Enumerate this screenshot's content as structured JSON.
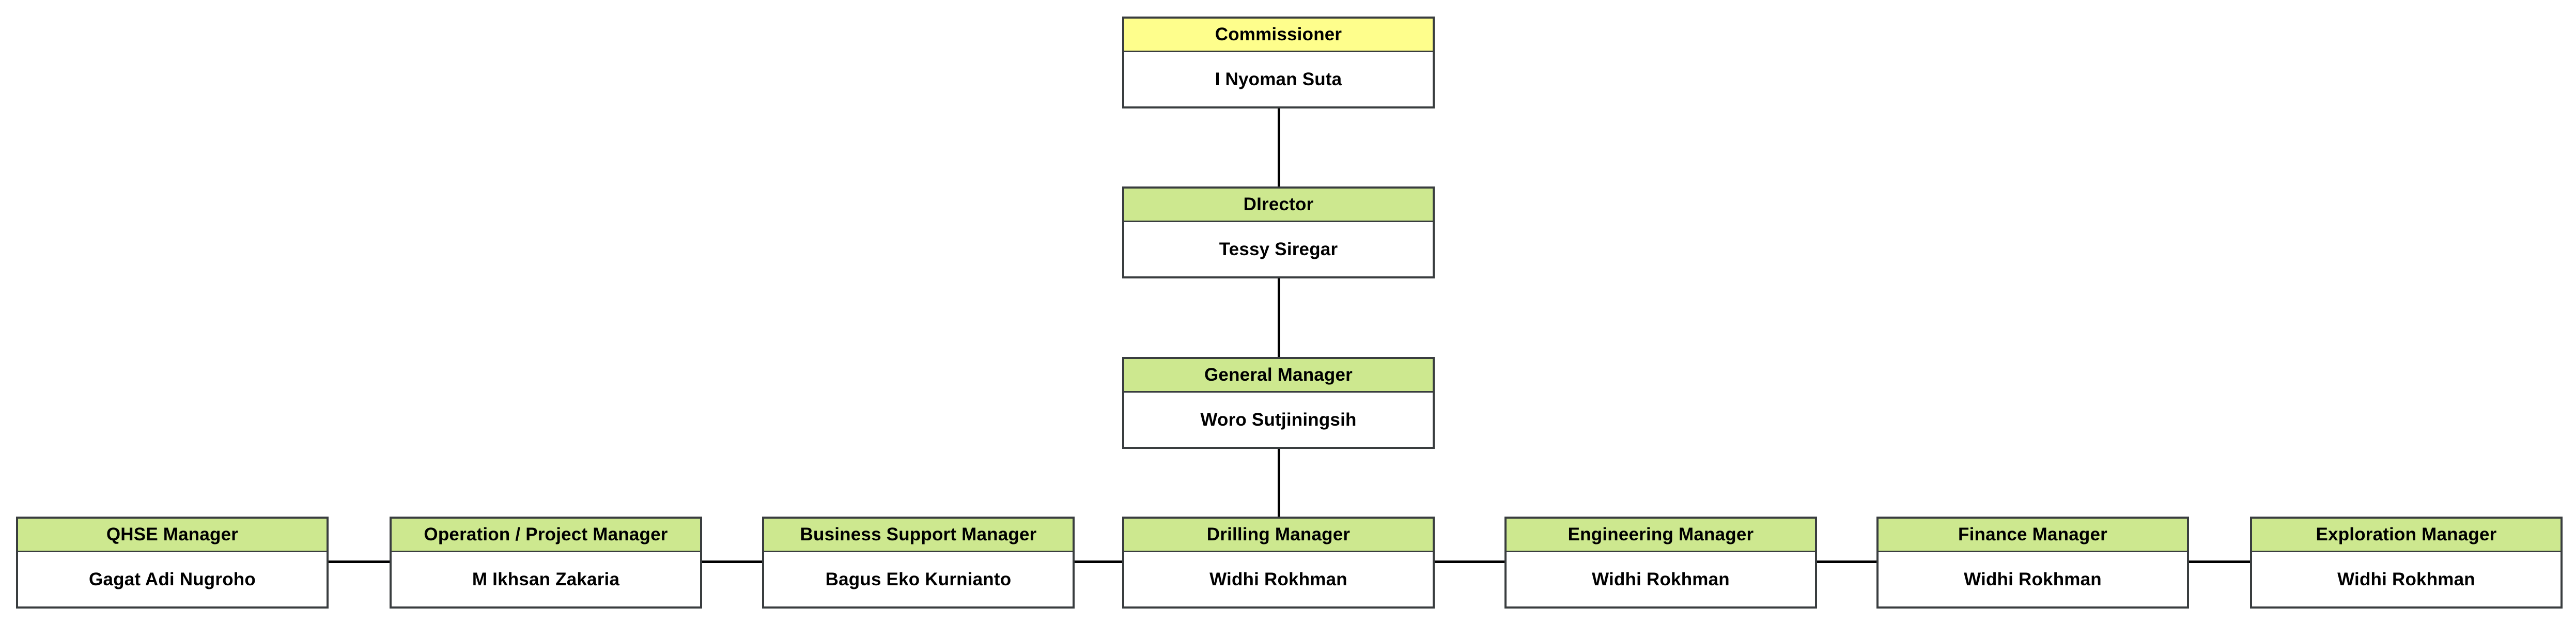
{
  "org": {
    "chain": [
      {
        "role": "Commissioner",
        "name": "I Nyoman Suta"
      },
      {
        "role": "DIrector",
        "name": "Tessy Siregar"
      },
      {
        "role": "General Manager",
        "name": "Woro Sutjiningsih"
      }
    ],
    "managers": [
      {
        "role": "QHSE Manager",
        "name": "Gagat Adi Nugroho"
      },
      {
        "role": "Operation / Project Manager",
        "name": "M Ikhsan Zakaria"
      },
      {
        "role": "Business Support Manager",
        "name": "Bagus Eko Kurnianto"
      },
      {
        "role": "Drilling Manager",
        "name": "Widhi Rokhman"
      },
      {
        "role": "Engineering Manager",
        "name": "Widhi Rokhman"
      },
      {
        "role": "Finance Manager",
        "name": "Widhi Rokhman"
      },
      {
        "role": "Exploration Manager",
        "name": "Widhi Rokhman"
      }
    ],
    "colors": {
      "commissioner_header": "#FEFE8C",
      "manager_header": "#CDE88F",
      "border": "#393D3F",
      "connector": "#000000",
      "body_bg": "#FFFFFF"
    }
  }
}
